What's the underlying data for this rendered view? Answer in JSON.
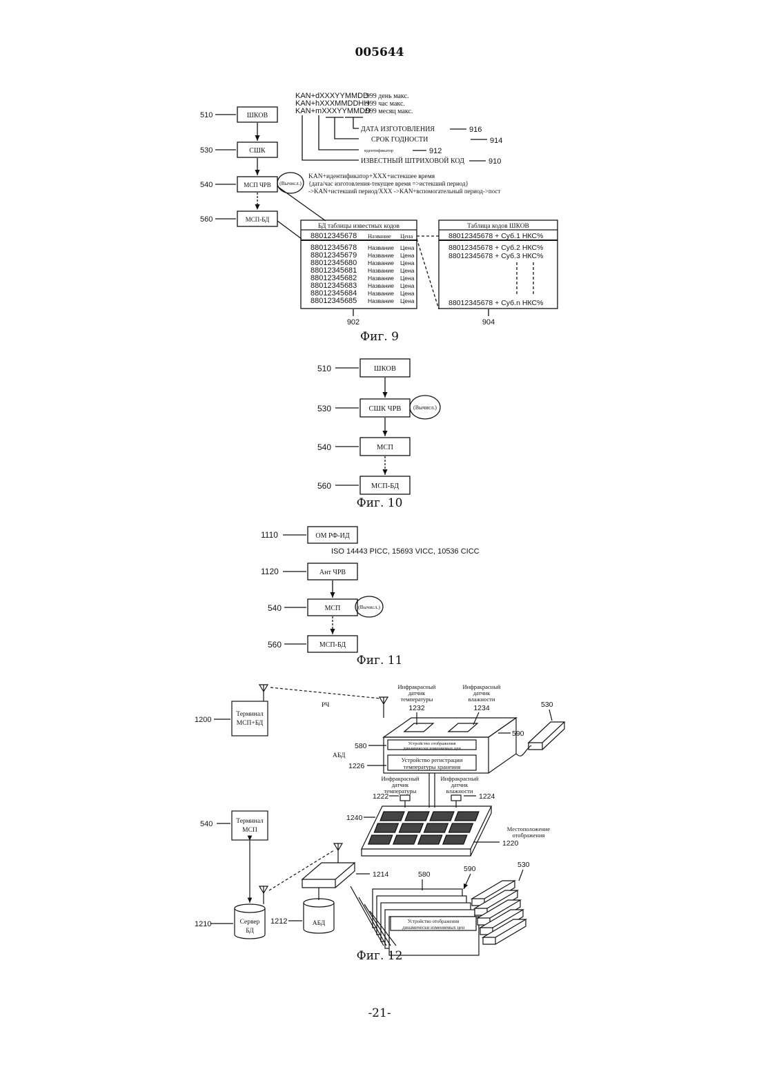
{
  "page": {
    "number": "005644",
    "footer": "-21-"
  },
  "fig9": {
    "caption": "Фиг. 9",
    "formats": [
      {
        "code": "KAN+dXXXYYMMDD",
        "desc": ":999 день макс."
      },
      {
        "code": "KAN+hXXXMMDDHH",
        "desc": ":999 час макс."
      },
      {
        "code": "KAN+mXXXYYMMDD",
        "desc": ":999 месяц макс."
      }
    ],
    "legend": [
      {
        "label": "ДАТА ИЗГОТОВЛЕНИЯ",
        "ref": "916"
      },
      {
        "label": "СРОК ГОДНОСТИ",
        "ref": "914"
      },
      {
        "label": "идентификатор",
        "ref": "912"
      },
      {
        "label": "ИЗВЕСТНЫЙ ШТРИХОВОЙ КОД",
        "ref": "910"
      }
    ],
    "boxes": [
      {
        "ref": "510",
        "label": "ШКОВ"
      },
      {
        "ref": "530",
        "label": "СШК"
      },
      {
        "ref": "540",
        "label": "МСП ЧРВ"
      },
      {
        "ref": "560",
        "label": "МСП-БД"
      }
    ],
    "calc": "(Вычисл.)",
    "note": [
      "KAN+идентификатор+XXX+истекшее время",
      "{дата/час изготовления-текущее время =>истекший период}",
      "->KAN+истекший период/XXX ->KAN+вспомогательный период->пост"
    ],
    "table1": {
      "title": "БД таблицы известных кодов",
      "highlight": {
        "code": "88012345678",
        "name": "Название",
        "price": "Цена"
      },
      "rows": [
        {
          "code": "88012345678",
          "name": "Название",
          "price": "Цена"
        },
        {
          "code": "88012345679",
          "name": "Название",
          "price": "Цена"
        },
        {
          "code": "88012345680",
          "name": "Название",
          "price": "Цена"
        },
        {
          "code": "88012345681",
          "name": "Название",
          "price": "Цена"
        },
        {
          "code": "88012345682",
          "name": "Название",
          "price": "Цена"
        },
        {
          "code": "88012345683",
          "name": "Название",
          "price": "Цена"
        },
        {
          "code": "88012345684",
          "name": "Название",
          "price": "Цена"
        },
        {
          "code": "88012345685",
          "name": "Название",
          "price": "Цена"
        }
      ],
      "ref": "902"
    },
    "table2": {
      "title": "Таблица кодов ШКОВ",
      "highlight": "88012345678 + Суб.1 НКС%",
      "rows": [
        "88012345678 + Суб.2 НКС%",
        "88012345678 + Суб.3 НКС%"
      ],
      "last": "88012345678 + Суб.n НКС%",
      "ref": "904"
    }
  },
  "fig10": {
    "caption": "Фиг. 10",
    "boxes": [
      {
        "ref": "510",
        "label": "ШКОВ"
      },
      {
        "ref": "530",
        "label": "СШК ЧРВ"
      },
      {
        "ref": "540",
        "label": "МСП"
      },
      {
        "ref": "560",
        "label": "МСП-БД"
      }
    ],
    "calc": "(Вычисл.)"
  },
  "fig11": {
    "caption": "Фиг. 11",
    "boxes": [
      {
        "ref": "1110",
        "label": "ОМ РФ-ИД"
      },
      {
        "ref": "1120",
        "label": "Ант ЧРВ"
      },
      {
        "ref": "540",
        "label": "МСП"
      },
      {
        "ref": "560",
        "label": "МСП-БД"
      }
    ],
    "standards": "ISO 14443 PICC, 15693 VICC, 10536 CICC",
    "calc": "(Вычисл.)"
  },
  "fig12": {
    "caption": "Фиг. 12",
    "terminal1": {
      "ref": "1200",
      "line1": "Терминал",
      "line2": "МСП+БД"
    },
    "terminal2": {
      "ref": "540",
      "line1": "Терминал",
      "line2": "МСП"
    },
    "rf": "РЧ",
    "abd_label": "АБД",
    "sensor_t_top": {
      "lines": [
        "Инфракрасный",
        "датчик",
        "температуры"
      ],
      "ref": "1232"
    },
    "sensor_h_top": {
      "lines": [
        "Инфракрасный",
        "датчик",
        "влажности"
      ],
      "ref": "1234"
    },
    "sensor_t_low": {
      "lines": [
        "Инфракрасный",
        "датчик",
        "температуры"
      ],
      "ref": "1222"
    },
    "sensor_h_low": {
      "lines": [
        "Инфракрасный",
        "датчик",
        "влажности"
      ],
      "ref": "1224"
    },
    "display_dev": {
      "lines": [
        "Устройство отображения",
        "динамически изменяемых цен"
      ],
      "ref": "580"
    },
    "temp_rec": {
      "lines": [
        "Устройство регистрации",
        "температуры хранения"
      ],
      "ref": "1226"
    },
    "box_ref": "590",
    "bar_ref": "530",
    "location": {
      "lines": [
        "Местоположение",
        "отображения"
      ],
      "ref": "1220"
    },
    "tray_ref": "1240",
    "router_ref": "1214",
    "server": {
      "ref": "1210",
      "line1": "Сервер",
      "line2": "БД"
    },
    "abd_db": {
      "ref": "1212",
      "label": "АБД"
    },
    "stack": {
      "ref580": "580",
      "ref590": "590",
      "ref530": "530",
      "lines": [
        "Устройство отображения",
        "динамически изменяемых цен"
      ]
    }
  }
}
